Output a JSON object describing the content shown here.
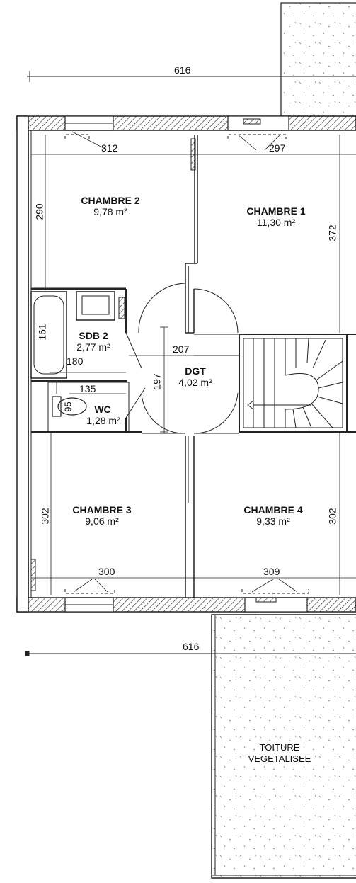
{
  "rooms": {
    "chambre2": {
      "name": "CHAMBRE 2",
      "area": "9,78 m²"
    },
    "chambre1": {
      "name": "CHAMBRE 1",
      "area": "11,30 m²"
    },
    "sdb2": {
      "name": "SDB 2",
      "area": "2,77 m²"
    },
    "dgt": {
      "name": "DGT",
      "area": "4,02 m²"
    },
    "wc": {
      "name": "WC",
      "area": "1,28 m²"
    },
    "chambre3": {
      "name": "CHAMBRE 3",
      "area": "9,06 m²"
    },
    "chambre4": {
      "name": "CHAMBRE 4",
      "area": "9,33 m²"
    }
  },
  "dimensions": {
    "top_overall": "616",
    "bottom_overall": "616",
    "chambre2_width": "312",
    "chambre1_width": "297",
    "chambre2_depth": "290",
    "chambre1_depth": "372",
    "sdb_depth": "161",
    "sdb_width": "180",
    "dgt_width": "207",
    "dgt_depth": "197",
    "wc_width": "135",
    "wc_depth": "95",
    "chambre3_depth": "302",
    "chambre4_depth": "302",
    "chambre3_width": "300",
    "chambre4_width": "309"
  },
  "roof": {
    "label_line1": "TOITURE",
    "label_line2": "VEGETALISEE"
  }
}
